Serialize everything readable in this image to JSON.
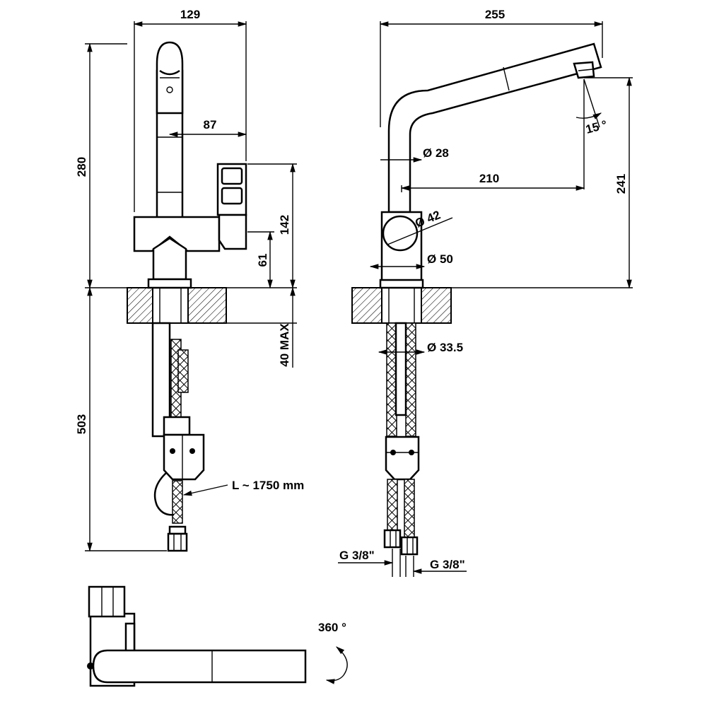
{
  "drawing": {
    "front_view": {
      "width_129": "129",
      "offset_87": "87",
      "height_280": "280",
      "height_142": "142",
      "height_61": "61",
      "thickness_40max": "40 MAX",
      "below_503": "503",
      "hose_length": "L ~ 1750 mm"
    },
    "side_view": {
      "reach_255": "255",
      "spout_210": "210",
      "height_241": "241",
      "angle_15": "15 °",
      "dia_28": "Ø 28",
      "dia_42": "Ø 42",
      "dia_50": "Ø 50",
      "dia_33_5": "Ø 33.5",
      "thread_left": "G 3/8\"",
      "thread_right": "G 3/8\""
    },
    "top_view": {
      "rotation": "360 °"
    }
  }
}
